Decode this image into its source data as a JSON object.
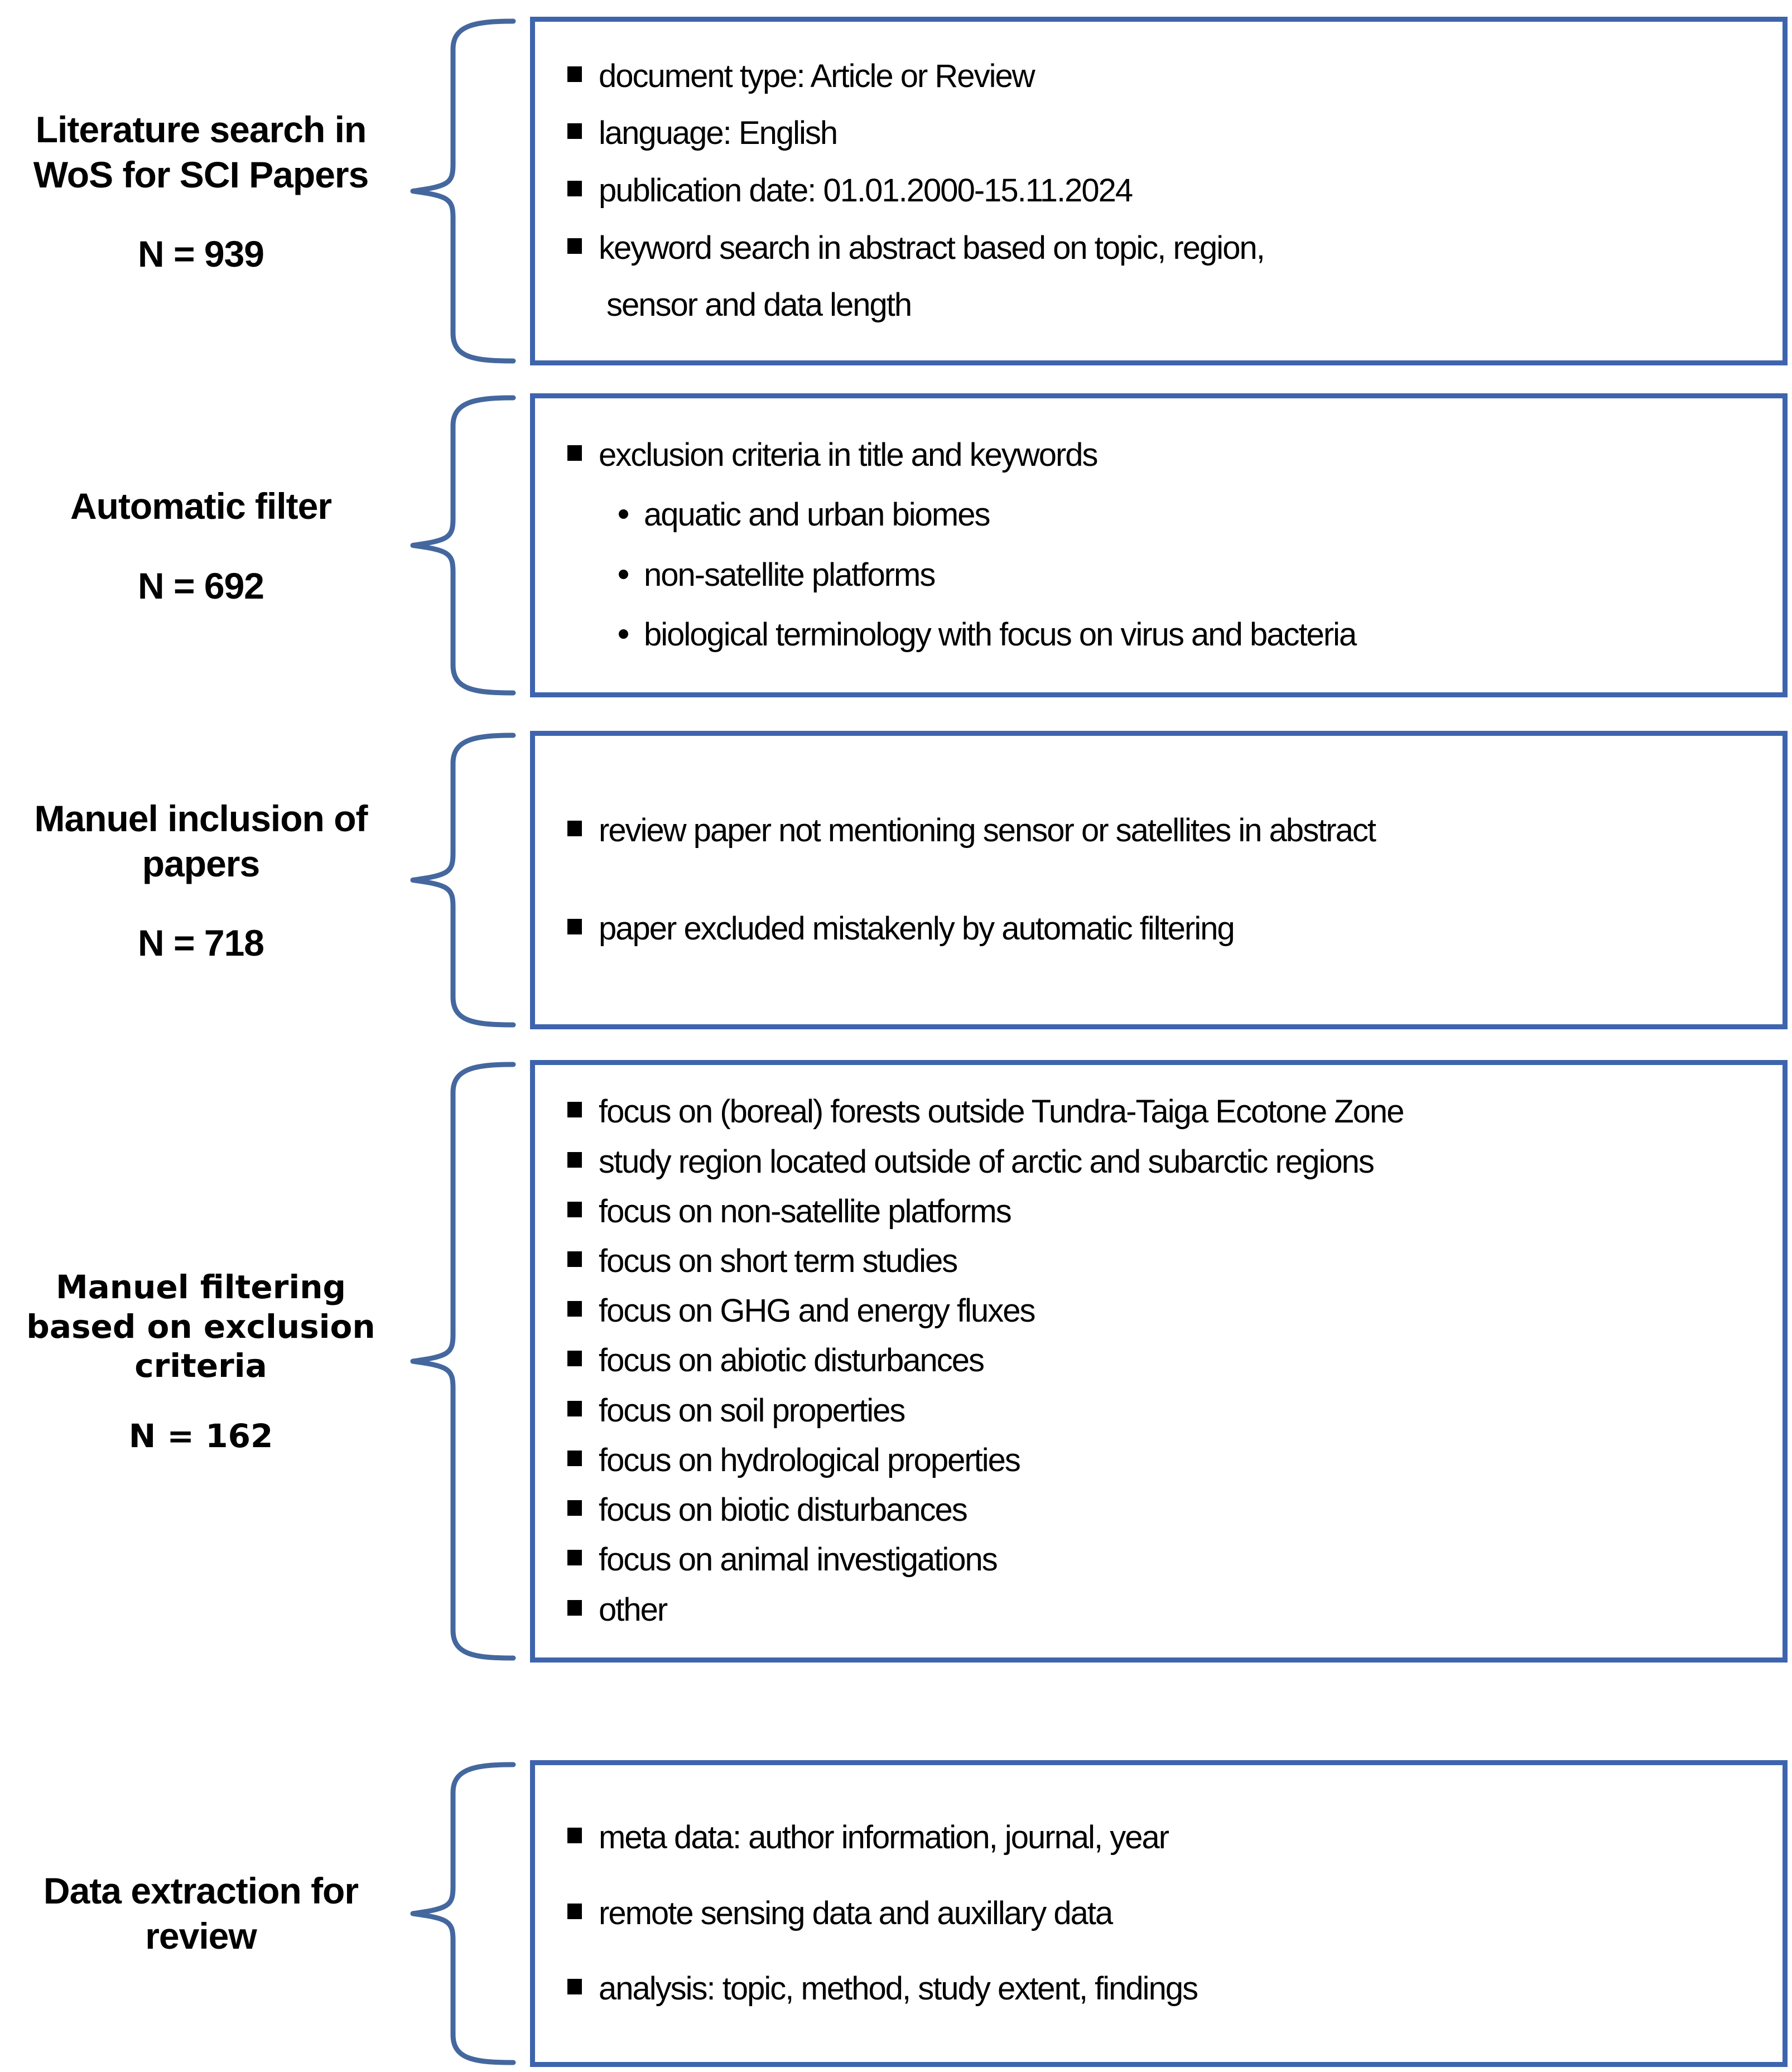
{
  "colors": {
    "box_border": "#3e64ae",
    "brace": "#44679e",
    "text": "#000000"
  },
  "stages": [
    {
      "label_lines": [
        "Literature search in",
        "WoS for SCI Papers"
      ],
      "count": "N = 939",
      "items": [
        {
          "bullet": "square",
          "text": "document type: Article or Review"
        },
        {
          "bullet": "square",
          "text": "language: English"
        },
        {
          "bullet": "square",
          "text": "publication date: 01.01.2000-15.11.2024"
        },
        {
          "bullet": "square",
          "text": "keyword search in abstract based on topic, region,"
        },
        {
          "bullet": "none",
          "text": "sensor and data length"
        }
      ]
    },
    {
      "label_lines": [
        "Automatic filter"
      ],
      "count": "N = 692",
      "items": [
        {
          "bullet": "square",
          "text": "exclusion criteria in title and keywords"
        },
        {
          "bullet": "dot",
          "text": "aquatic and urban biomes"
        },
        {
          "bullet": "dot",
          "text": "non-satellite platforms"
        },
        {
          "bullet": "dot",
          "text": "biological terminology with focus on virus and bacteria"
        }
      ]
    },
    {
      "label_lines": [
        "Manuel inclusion of",
        "papers"
      ],
      "count": "N = 718",
      "items": [
        {
          "bullet": "square",
          "text": "review paper not mentioning sensor or satellites in abstract"
        },
        {
          "bullet": "square",
          "text": "paper excluded mistakenly by automatic filtering"
        }
      ]
    },
    {
      "label_lines": [
        "Manuel filtering",
        "based on exclusion",
        "criteria"
      ],
      "count": "N = 162",
      "items": [
        {
          "bullet": "square",
          "text": "focus on (boreal) forests outside Tundra-Taiga Ecotone Zone"
        },
        {
          "bullet": "square",
          "text": "study region located outside of arctic and subarctic regions"
        },
        {
          "bullet": "square",
          "text": "focus on non-satellite platforms"
        },
        {
          "bullet": "square",
          "text": "focus on short term studies"
        },
        {
          "bullet": "square",
          "text": "focus on GHG and energy fluxes"
        },
        {
          "bullet": "square",
          "text": "focus on abiotic disturbances"
        },
        {
          "bullet": "square",
          "text": "focus on soil properties"
        },
        {
          "bullet": "square",
          "text": "focus on hydrological properties"
        },
        {
          "bullet": "square",
          "text": "focus on biotic disturbances"
        },
        {
          "bullet": "square",
          "text": "focus on animal investigations"
        },
        {
          "bullet": "square",
          "text": "other"
        }
      ]
    },
    {
      "label_lines": [
        "Data extraction for",
        "review"
      ],
      "count": null,
      "items": [
        {
          "bullet": "square",
          "text": "meta data: author information, journal, year"
        },
        {
          "bullet": "square",
          "text": "remote sensing data and auxillary data"
        },
        {
          "bullet": "square",
          "text": "analysis: topic, method, study extent, findings"
        }
      ]
    }
  ]
}
